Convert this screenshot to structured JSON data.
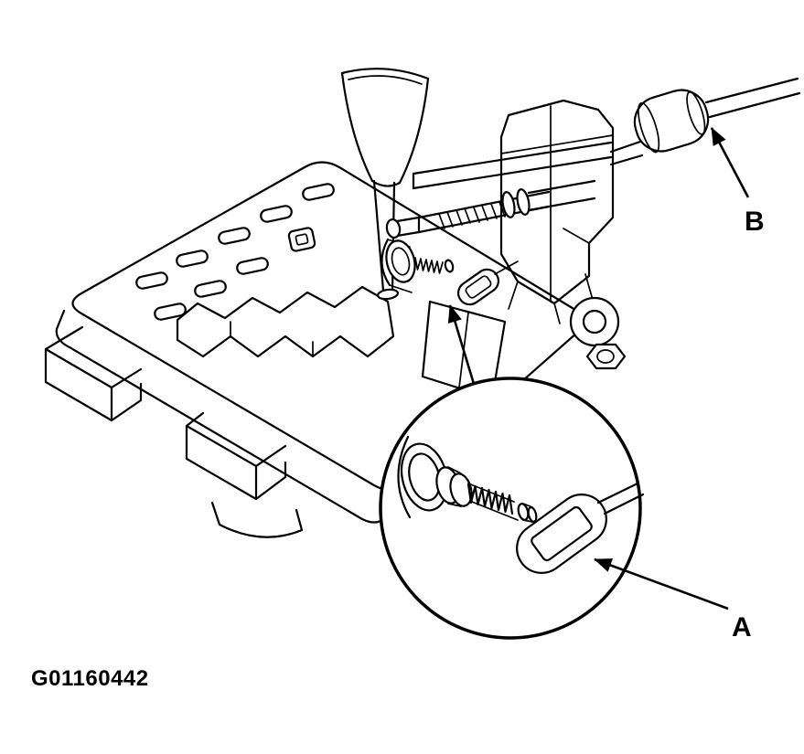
{
  "figure": {
    "code": "G01160442",
    "callouts": {
      "a": "A",
      "b": "B"
    }
  },
  "colors": {
    "line": "#000000",
    "background": "#ffffff"
  }
}
